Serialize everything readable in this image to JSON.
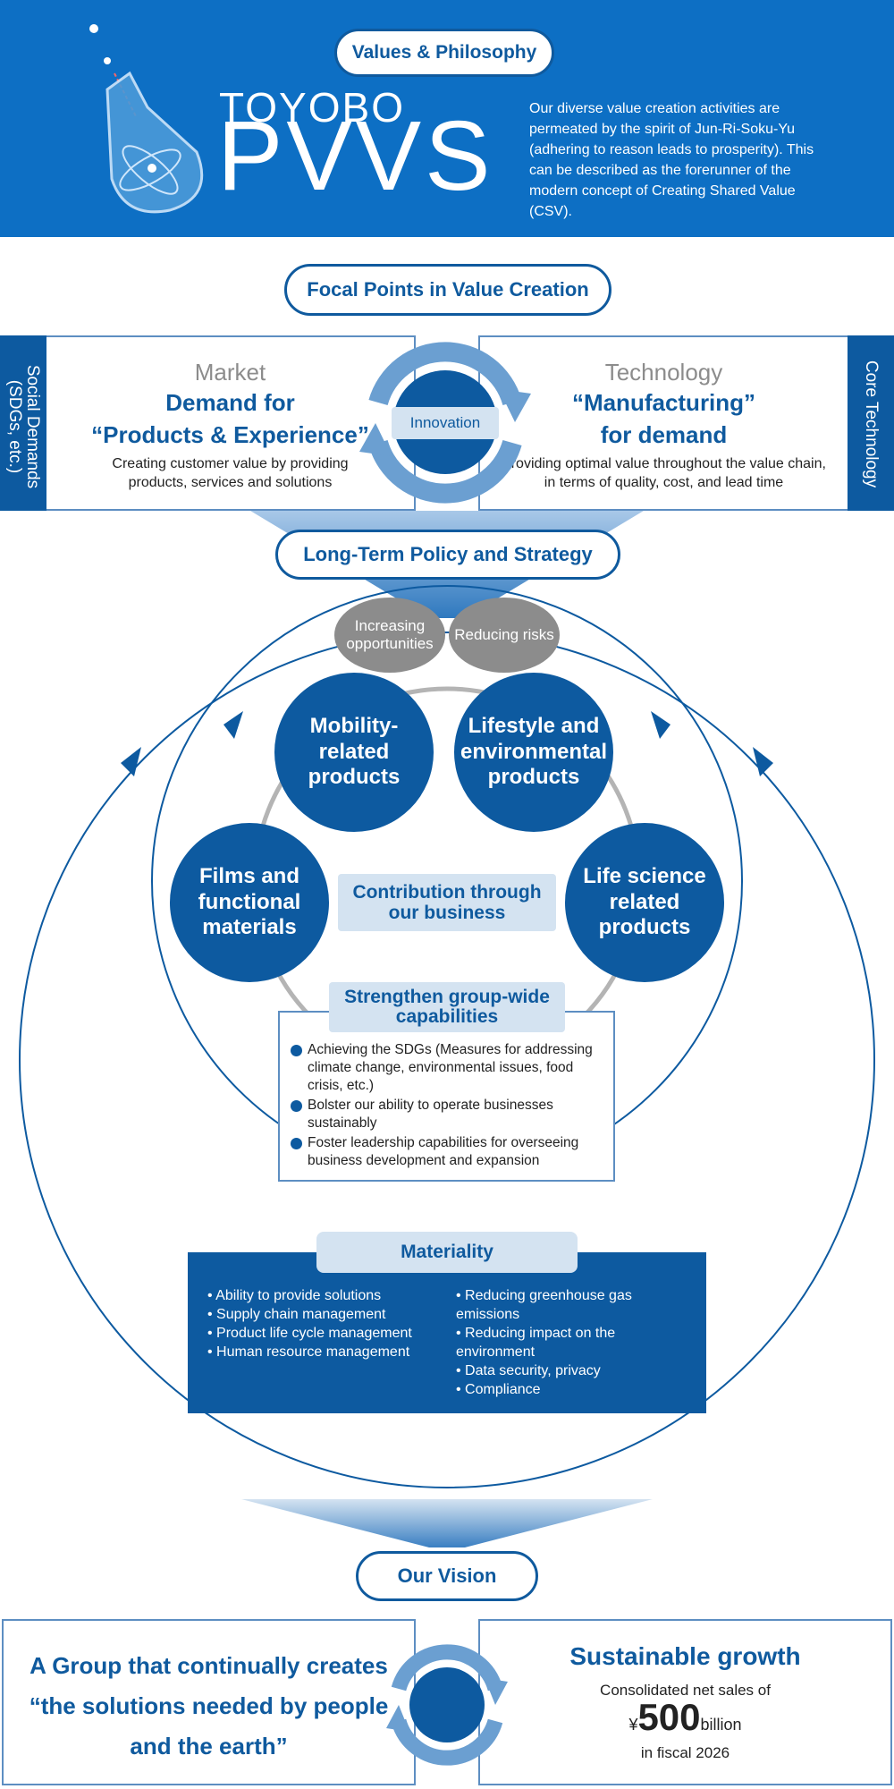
{
  "header": {
    "values_label": "Values & Philosophy",
    "brand_top": "TOYOBO",
    "brand_main": "PVVS",
    "description": "Our diverse value creation activities are permeated by the spirit of Jun-Ri-Soku-Yu (adhering to reason leads to prosperity). This can be described as the forerunner of the modern concept of Creating Shared Value (CSV)."
  },
  "focal": {
    "title": "Focal Points in Value Creation",
    "left_tab": "Social Demands\n(SDGs, etc.)",
    "right_tab": "Core Technology",
    "market": {
      "heading": "Market",
      "title_line1": "Demand for",
      "title_line2": "“Products & Experience”",
      "desc": "Creating customer value by providing products, services and solutions"
    },
    "technology": {
      "heading": "Technology",
      "title_line1": "“Manufacturing”",
      "title_line2": "for demand",
      "desc": "Providing optimal value throughout the value chain, in terms of quality, cost, and lead time"
    },
    "innovation": "Innovation"
  },
  "strategy": {
    "title": "Long-Term Policy and Strategy",
    "opportunities": "Increasing opportunities",
    "risks": "Reducing risks"
  },
  "business": {
    "mobility": "Mobility-related products",
    "lifestyle": "Lifestyle and environmental products",
    "films": "Films and functional materials",
    "lifescience": "Life science related products",
    "contribution": "Contribution through our business"
  },
  "strengthen": {
    "title": "Strengthen group-wide capabilities",
    "items": [
      "Achieving the SDGs (Measures for addressing climate change, environmental issues, food crisis, etc.)",
      "Bolster our ability to operate businesses sustainably",
      "Foster leadership capabilities for overseeing business development and expansion"
    ]
  },
  "materiality": {
    "title": "Materiality",
    "left": [
      "Ability to provide solutions",
      "Supply chain management",
      "Product life cycle management",
      "Human resource management"
    ],
    "right": [
      "Reducing greenhouse gas emissions",
      "Reducing impact on the environment",
      "Data security, privacy",
      "Compliance"
    ]
  },
  "vision": {
    "title": "Our Vision",
    "statement_line1": "A Group that continually creates",
    "statement_line2": "“the solutions needed by people",
    "statement_line3": "and the earth”",
    "growth_title": "Sustainable growth",
    "sales_label": "Consolidated net sales of",
    "currency": "¥",
    "amount": "500",
    "unit": "billion",
    "period": "in fiscal 2026"
  },
  "colors": {
    "primary": "#0d5aa0",
    "header_bg": "#0d6fc4",
    "light": "#d4e3f1",
    "gray": "#8c8c8c"
  }
}
